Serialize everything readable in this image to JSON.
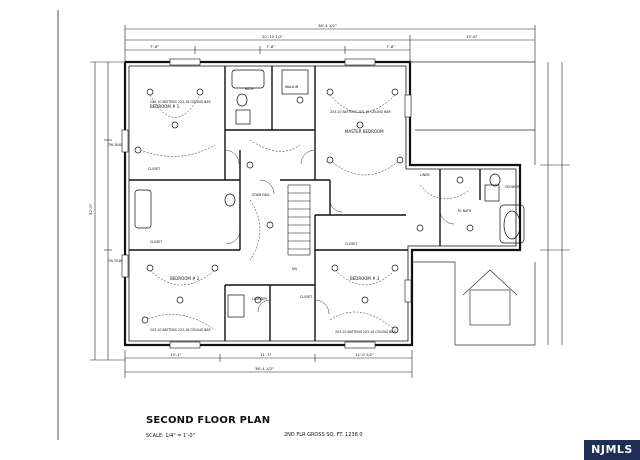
{
  "drawing": {
    "title": "SECOND FLOOR PLAN",
    "scale": "SCALE: 1/4\" = 1'-0\"",
    "area_label": "2ND FLR GROSS SQ. FT. 1238.0",
    "watermark": "NJMLS"
  },
  "rooms": {
    "bedroom1": "BEDROOM # 1",
    "master": "MASTER BEDROOM",
    "bedroom2": "BEDROOM # 2",
    "bedroom3": "BEDROOM # 3",
    "bath": "BATH",
    "walkin": "WALK-IN",
    "closet": "CLOSET",
    "stair_hall": "STAIR HALL",
    "laundry": "LAUNDRY",
    "linen": "LINEN",
    "shower": "SHOWER",
    "mbath": "M. BATH",
    "dn": "DN"
  },
  "dimensions": {
    "overall_top": "36'-4 1/2\"",
    "top_left": "20'-10 1/2\"",
    "top_right": "15'-6\"",
    "seg_a": "7'-6\"",
    "seg_b": "7'-6\"",
    "seg_c": "7'-6\"",
    "bottom_overall": "36'-4 1/2\"",
    "bottom_a": "13'-1\"",
    "bottom_b": "11'-3\"",
    "bottom_c": "12'-0 1/2\"",
    "left_overall": "32'-0\"",
    "twin": "TW 3048"
  },
  "notes": {
    "fan_light": "2X3-10 BATTENS 2X3-16 CEILING BAR"
  }
}
